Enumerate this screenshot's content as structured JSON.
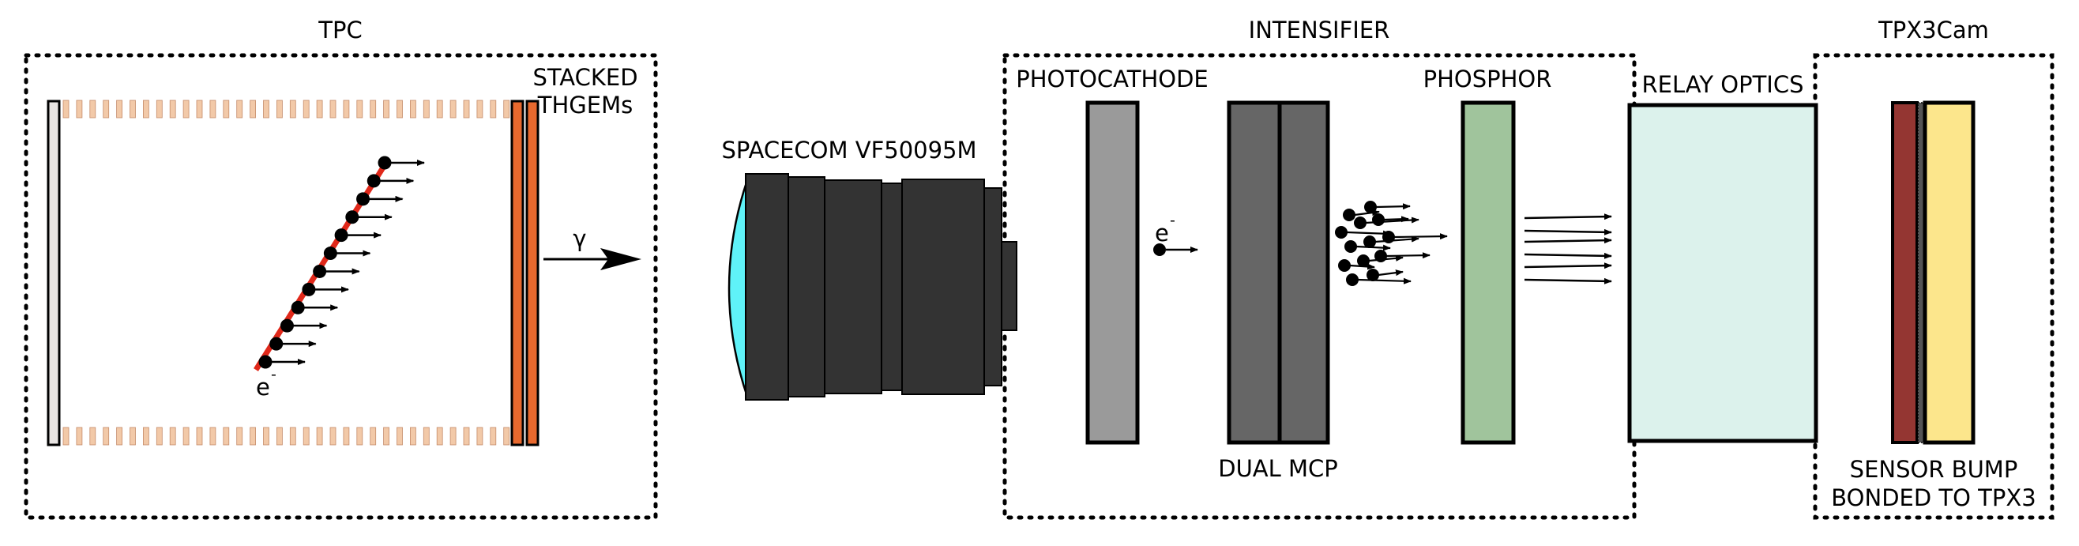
{
  "sections": {
    "tpc": {
      "title": "TPC"
    },
    "intensifier": {
      "title": "INTENSIFIER"
    },
    "camera": {
      "title": "TPX3Cam"
    }
  },
  "labels": {
    "stacked_line1": "STACKED",
    "stacked_line2": "THGEMs",
    "gamma": "γ",
    "lens": "SPACECOM VF50095M",
    "photocathode": "PHOTOCATHODE",
    "phosphor": "PHOSPHOR",
    "relay_optics": "RELAY OPTICS",
    "dual_mcp": "DUAL MCP",
    "sensor_line1": "SENSOR BUMP",
    "sensor_line2": "BONDED TO TPX3",
    "electron": "e",
    "electron_sup": "-"
  },
  "colors": {
    "thgem": "#e8692e",
    "track": "#e0281a",
    "field_strip": "#f2c9a8",
    "lens_glass": "#5ff2f8",
    "lens_body": "#333333",
    "photocathode": "#9a9a9a",
    "mcp": "#666666",
    "phosphor": "#a0c49c",
    "relay_optics": "#dcf2ec",
    "sensor": "#943632",
    "tpx3": "#fce68c"
  }
}
